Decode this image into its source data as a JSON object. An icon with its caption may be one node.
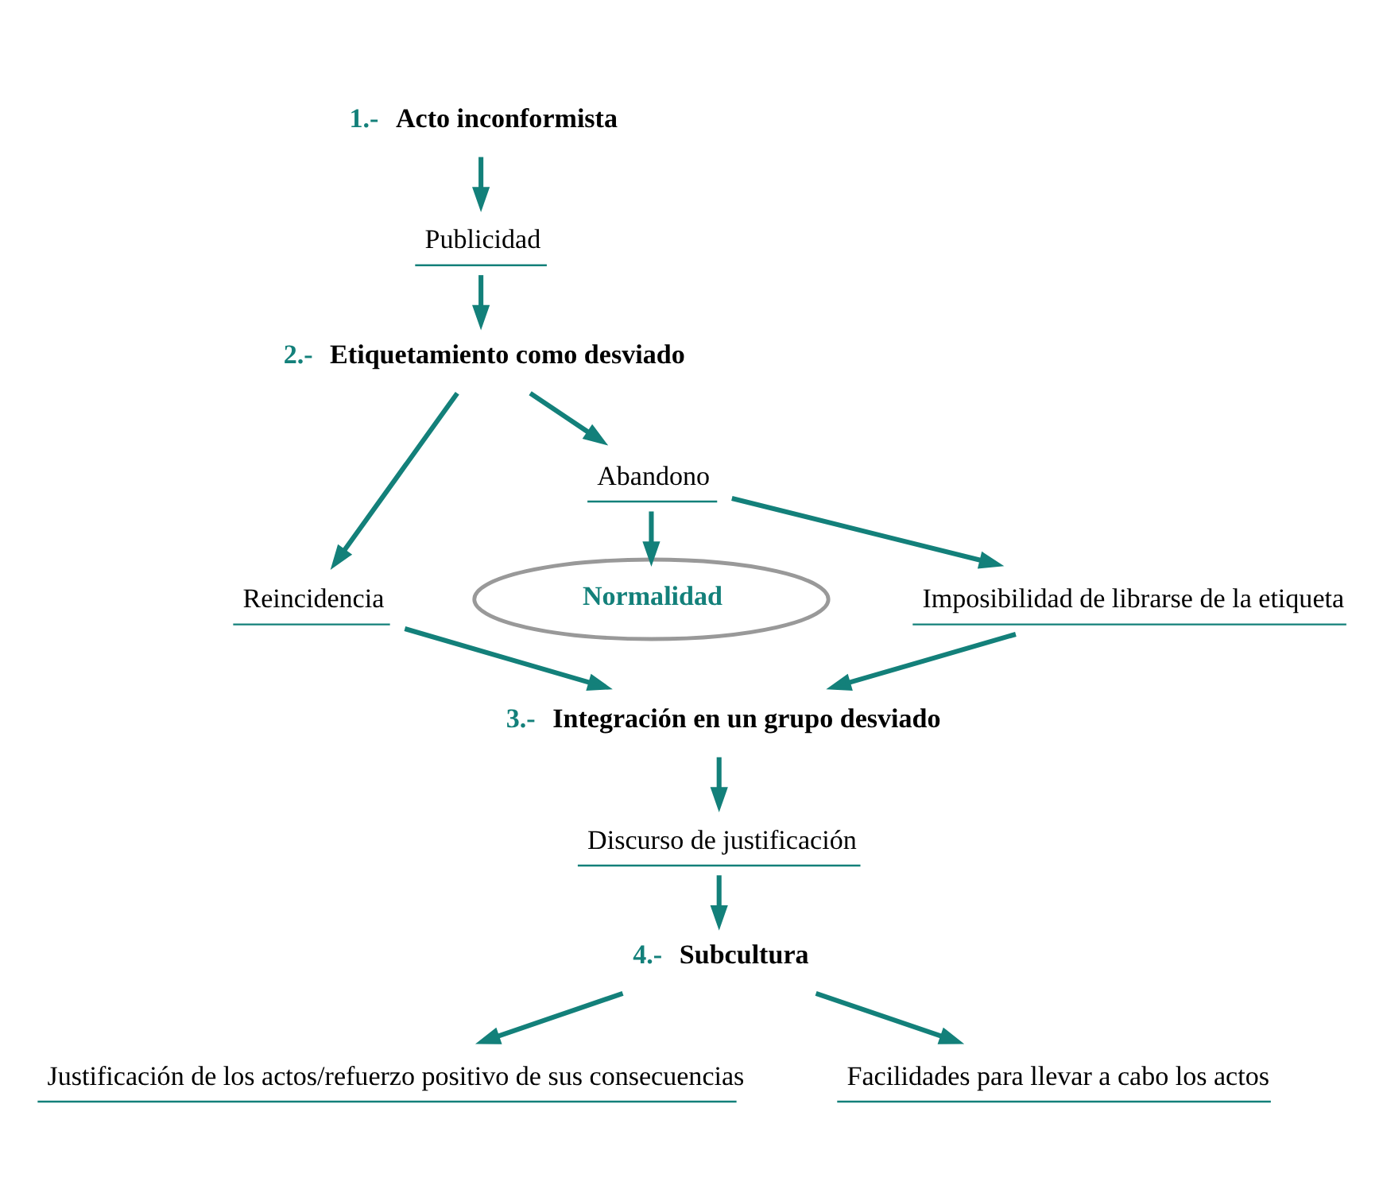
{
  "diagram": {
    "nodes": [
      {
        "text": [
          "1.-",
          "Acto inconformista"
        ]
      },
      {
        "text": [
          "Publicidad"
        ]
      },
      {
        "text": [
          "2.-",
          "Etiquetamiento como desviado"
        ]
      },
      {
        "text": [
          "Reincidencia"
        ]
      },
      {
        "text": [
          "Abandono"
        ]
      },
      {
        "text": [
          "Normalidad"
        ]
      },
      {
        "text": [
          "Imposibilidad de librarse de la etiqueta"
        ]
      },
      {
        "text": [
          "3.-",
          "Integración en un grupo desviado"
        ]
      },
      {
        "text": [
          "Discurso de justificación"
        ]
      },
      {
        "text": [
          "4.-",
          "Subcultura"
        ]
      },
      {
        "text": [
          "Justificación de los actos/refuerzo positivo de sus consecuencias"
        ]
      },
      {
        "text": [
          "Facilidades para llevar a cabo los actos"
        ]
      }
    ],
    "edges": [
      {
        "from": 0,
        "to": 1,
        "arrow": "to"
      },
      {
        "from": 1,
        "to": 2,
        "arrow": "to"
      },
      {
        "from": 2,
        "to": 3,
        "arrow": "to"
      },
      {
        "from": 2,
        "to": 4,
        "arrow": "to"
      },
      {
        "from": 4,
        "to": 5,
        "arrow": "to"
      },
      {
        "from": 4,
        "to": 6,
        "arrow": "to"
      },
      {
        "from": 3,
        "to": 7,
        "arrow": "to"
      },
      {
        "from": 6,
        "to": 7,
        "arrow": "to"
      },
      {
        "from": 7,
        "to": 8,
        "arrow": "to"
      },
      {
        "from": 8,
        "to": 9,
        "arrow": "to"
      },
      {
        "from": 9,
        "to": 10,
        "arrow": "to"
      },
      {
        "from": 9,
        "to": 11,
        "arrow": "to"
      }
    ]
  }
}
